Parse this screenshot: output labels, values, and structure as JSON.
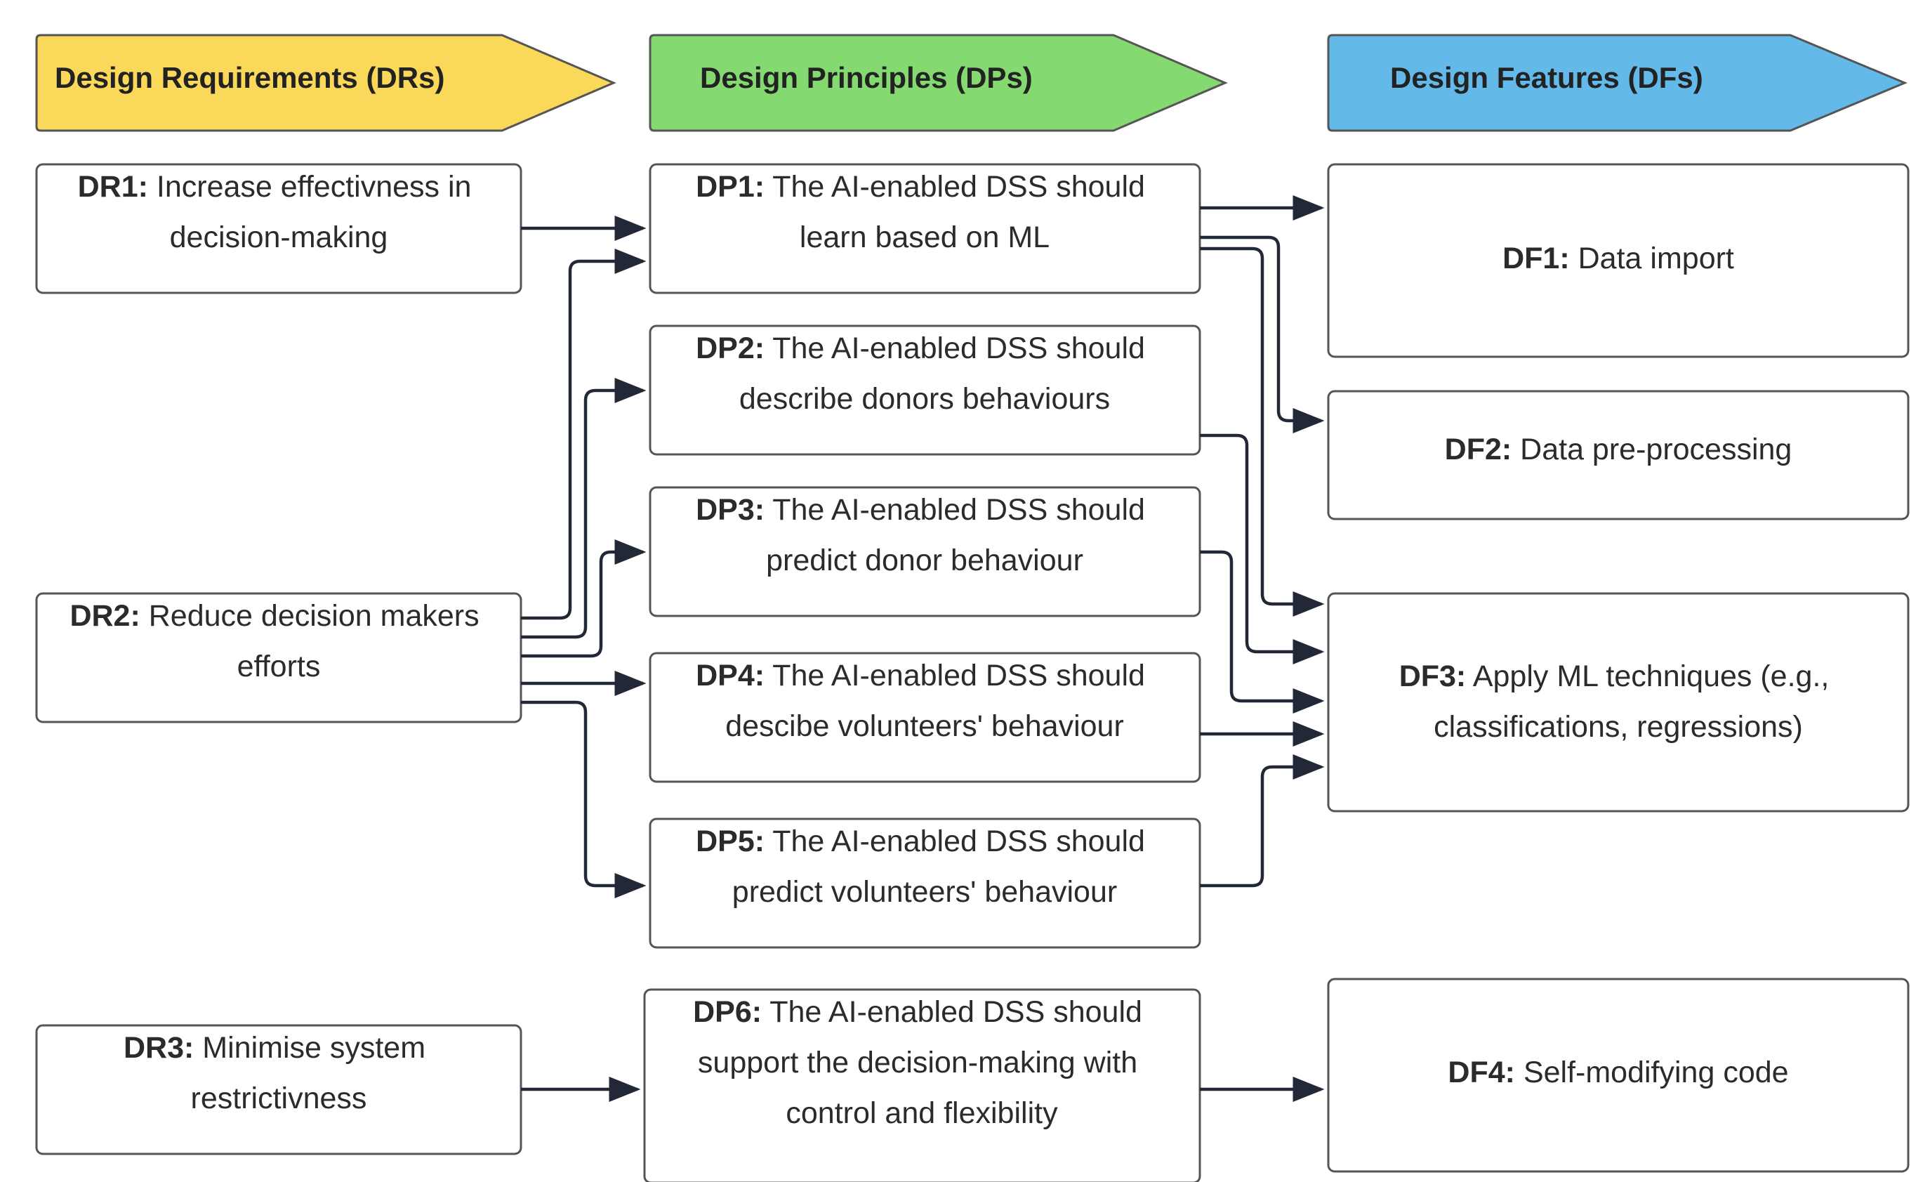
{
  "headers": [
    {
      "id": "hdr-drs",
      "label": "Design Requirements (DRs)",
      "color": "#FAD859"
    },
    {
      "id": "hdr-dps",
      "label": "Design Principles (DPs)",
      "color": "#84DA71"
    },
    {
      "id": "hdr-dfs",
      "label": "Design Features (DFs)",
      "color": "#63BAE8"
    }
  ],
  "boxes": {
    "dr1": {
      "id": "DR1:",
      "lines": [
        "Increase effectivness in",
        "decision-making"
      ]
    },
    "dr2": {
      "id": "DR2:",
      "lines": [
        "Reduce decision makers",
        "efforts"
      ]
    },
    "dr3": {
      "id": "DR3:",
      "lines": [
        "Minimise system",
        "restrictivness"
      ]
    },
    "dp1": {
      "id": "DP1:",
      "lines": [
        "The AI-enabled DSS should",
        "learn based on ML"
      ]
    },
    "dp2": {
      "id": "DP2:",
      "lines": [
        "The AI-enabled DSS should",
        "describe donors behaviours"
      ]
    },
    "dp3": {
      "id": "DP3:",
      "lines": [
        "The AI-enabled DSS should",
        "predict donor behaviour"
      ]
    },
    "dp4": {
      "id": "DP4:",
      "lines": [
        "The AI-enabled DSS should",
        "descibe volunteers' behaviour"
      ]
    },
    "dp5": {
      "id": "DP5:",
      "lines": [
        "The AI-enabled DSS should",
        "predict volunteers' behaviour"
      ]
    },
    "dp6": {
      "id": "DP6:",
      "lines": [
        "The AI-enabled DSS should",
        "support the decision-making with",
        "control and flexibility"
      ]
    },
    "df1": {
      "id": "DF1:",
      "lines": [
        "Data import"
      ]
    },
    "df2": {
      "id": "DF2:",
      "lines": [
        "Data pre-processing"
      ]
    },
    "df3": {
      "id": "DF3:",
      "lines": [
        "Apply ML techniques (e.g.,",
        "classifications, regressions)"
      ]
    },
    "df4": {
      "id": "DF4:",
      "lines": [
        "Self-modifying code"
      ]
    }
  },
  "connections": [
    {
      "from": "DR1",
      "to": "DP1"
    },
    {
      "from": "DR2",
      "to": "DP1"
    },
    {
      "from": "DR2",
      "to": "DP2"
    },
    {
      "from": "DR2",
      "to": "DP3"
    },
    {
      "from": "DR2",
      "to": "DP4"
    },
    {
      "from": "DR2",
      "to": "DP5"
    },
    {
      "from": "DR3",
      "to": "DP6"
    },
    {
      "from": "DP1",
      "to": "DF1"
    },
    {
      "from": "DP1",
      "to": "DF2"
    },
    {
      "from": "DP1",
      "to": "DF3"
    },
    {
      "from": "DP2",
      "to": "DF3"
    },
    {
      "from": "DP3",
      "to": "DF3"
    },
    {
      "from": "DP4",
      "to": "DF3"
    },
    {
      "from": "DP5",
      "to": "DF3"
    },
    {
      "from": "DP6",
      "to": "DF4"
    }
  ],
  "colors": {
    "arrow": "#222838",
    "box_border": "#555555"
  }
}
